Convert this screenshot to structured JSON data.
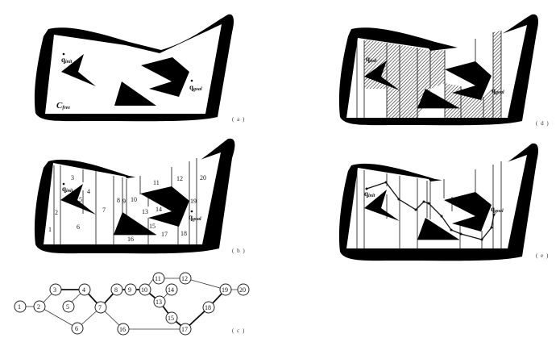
{
  "figure": {
    "panels": [
      {
        "id": "a",
        "caption": "( a )",
        "labels": {
          "q_init": "q",
          "q_init_sub": "init",
          "q_goal": "q",
          "q_goal_sub": "goal",
          "c_free": "C",
          "c_free_sub": "free"
        }
      },
      {
        "id": "b",
        "caption": "( b )",
        "cells": [
          "1",
          "2",
          "3",
          "4",
          "5",
          "6",
          "7",
          "8",
          "9",
          "10",
          "11",
          "12",
          "13",
          "14",
          "15",
          "16",
          "17",
          "18",
          "19",
          "20"
        ]
      },
      {
        "id": "c",
        "caption": "( c )"
      },
      {
        "id": "d",
        "caption": "( d )"
      },
      {
        "id": "e",
        "caption": "( e )"
      }
    ]
  },
  "graph": {
    "nodes": [
      "1",
      "2",
      "3",
      "4",
      "5",
      "6",
      "7",
      "8",
      "9",
      "10",
      "11",
      "12",
      "13",
      "14",
      "15",
      "16",
      "17",
      "18",
      "19",
      "20"
    ],
    "edges": [
      [
        "1",
        "2"
      ],
      [
        "2",
        "3"
      ],
      [
        "2",
        "6"
      ],
      [
        "3",
        "4"
      ],
      [
        "4",
        "5"
      ],
      [
        "4",
        "7"
      ],
      [
        "6",
        "7"
      ],
      [
        "7",
        "8"
      ],
      [
        "7",
        "16"
      ],
      [
        "8",
        "9"
      ],
      [
        "9",
        "10"
      ],
      [
        "10",
        "11"
      ],
      [
        "10",
        "13"
      ],
      [
        "11",
        "12"
      ],
      [
        "12",
        "19"
      ],
      [
        "13",
        "14"
      ],
      [
        "13",
        "15"
      ],
      [
        "15",
        "17"
      ],
      [
        "16",
        "17"
      ],
      [
        "17",
        "18"
      ],
      [
        "18",
        "19"
      ],
      [
        "19",
        "20"
      ]
    ],
    "path_edges": [
      [
        "3",
        "4"
      ],
      [
        "4",
        "7"
      ],
      [
        "7",
        "8"
      ],
      [
        "8",
        "9"
      ],
      [
        "9",
        "10"
      ],
      [
        "10",
        "13"
      ],
      [
        "13",
        "15"
      ],
      [
        "15",
        "17"
      ],
      [
        "17",
        "18"
      ],
      [
        "18",
        "19"
      ]
    ]
  }
}
